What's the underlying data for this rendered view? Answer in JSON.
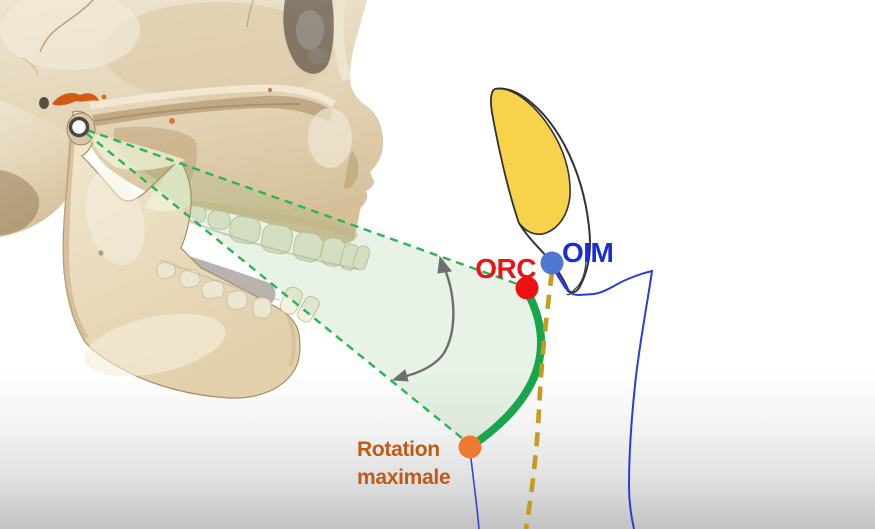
{
  "diagram": {
    "description": "Sagittal diagram of mandibular rotation: skull lateral view with condylar rotation center, green rotation wedge, arc of maximal rotation of the lower incisal point, upper incisor sketch and border-movement tracing",
    "labels": {
      "orc": "ORC",
      "oim": "OIM",
      "rotation_line1": "Rotation",
      "rotation_line2": "maximale"
    },
    "colors": {
      "orc_text": "#e91414",
      "orc_dot": "#ee1010",
      "oim_text": "#1a2bd8",
      "oim_dot": "#4d78d2",
      "rotation_text": "#c05a18",
      "rotation_dot": "#ec7a30",
      "green_dashed": "#2ab455",
      "green_arc": "#18a64c",
      "wedge_fill": "#7db469",
      "gold_dashed": "#c79b22",
      "blue_line": "#2b3dd6",
      "gray_arrow": "#6e6e6e",
      "tooth_root": "#f7d24b",
      "tooth_outline": "#333333",
      "marker_ring": "#474747",
      "tmj_paint": "#cf4f06",
      "background_bottom": "#c3c3c3"
    }
  }
}
